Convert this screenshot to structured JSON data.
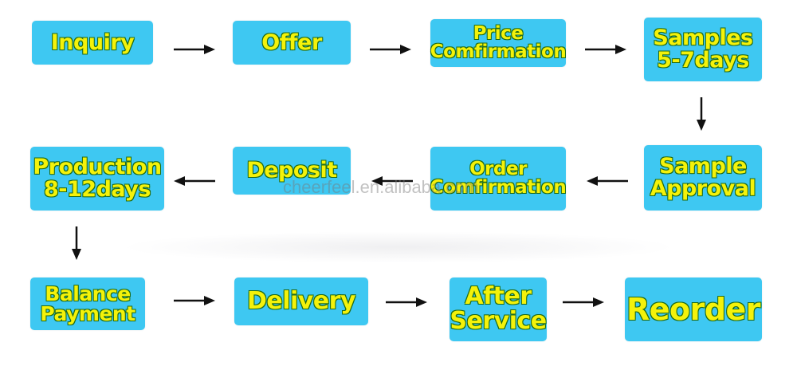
{
  "nodes": {
    "inquiry": {
      "lines": [
        "Inquiry"
      ]
    },
    "offer": {
      "lines": [
        "Offer"
      ]
    },
    "price_confirmation": {
      "lines": [
        "Price",
        "Comfirmation"
      ]
    },
    "samples": {
      "lines": [
        "Samples",
        "5-7days"
      ]
    },
    "sample_approval": {
      "lines": [
        "Sample",
        "Approval"
      ]
    },
    "order_confirmation": {
      "lines": [
        "Order",
        "Comfirmation"
      ]
    },
    "deposit": {
      "lines": [
        "Deposit"
      ]
    },
    "production": {
      "lines": [
        "Production",
        "8-12days"
      ]
    },
    "balance_payment": {
      "lines": [
        "Balance",
        "Payment"
      ]
    },
    "delivery": {
      "lines": [
        "Delivery"
      ]
    },
    "after_service": {
      "lines": [
        "After",
        "Service"
      ]
    },
    "reorder": {
      "lines": [
        "Reorder"
      ]
    }
  },
  "watermark": "cheerfeel.en.alibaba.com",
  "colors": {
    "box": "#3ec8f2",
    "text": "#f4f20a",
    "text_outline": "#2a7a1a",
    "arrow": "#111111"
  }
}
